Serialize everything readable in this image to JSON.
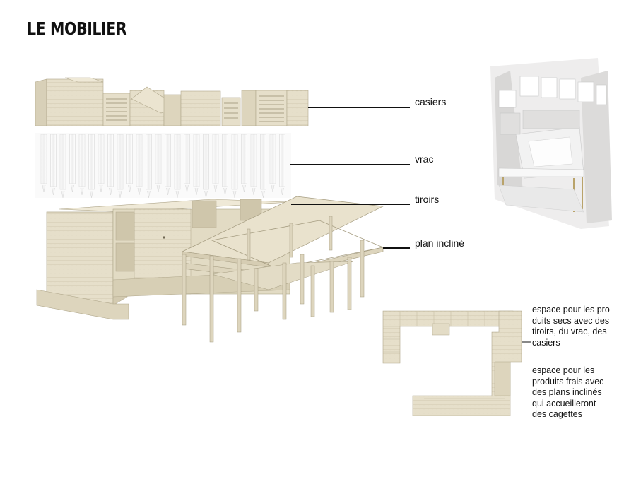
{
  "title": "LE MOBILIER",
  "labels": {
    "casiers": "casiers",
    "vrac": "vrac",
    "tiroirs": "tiroirs",
    "plan_incline": "plan incliné"
  },
  "descriptions": {
    "dry": [
      "espace pour les pro-",
      "duits secs avec des",
      "tiroirs, du vrac, des",
      "casiers"
    ],
    "fresh": [
      "espace pour les",
      "produits frais avec",
      "des plans inclinés",
      "qui accueilleront",
      "des cagettes"
    ]
  },
  "colors": {
    "wood": "#e3dcc6",
    "wood_dark": "#c9c1a6",
    "wood_edge": "#a59c80",
    "render_bg": "#ecebea"
  }
}
